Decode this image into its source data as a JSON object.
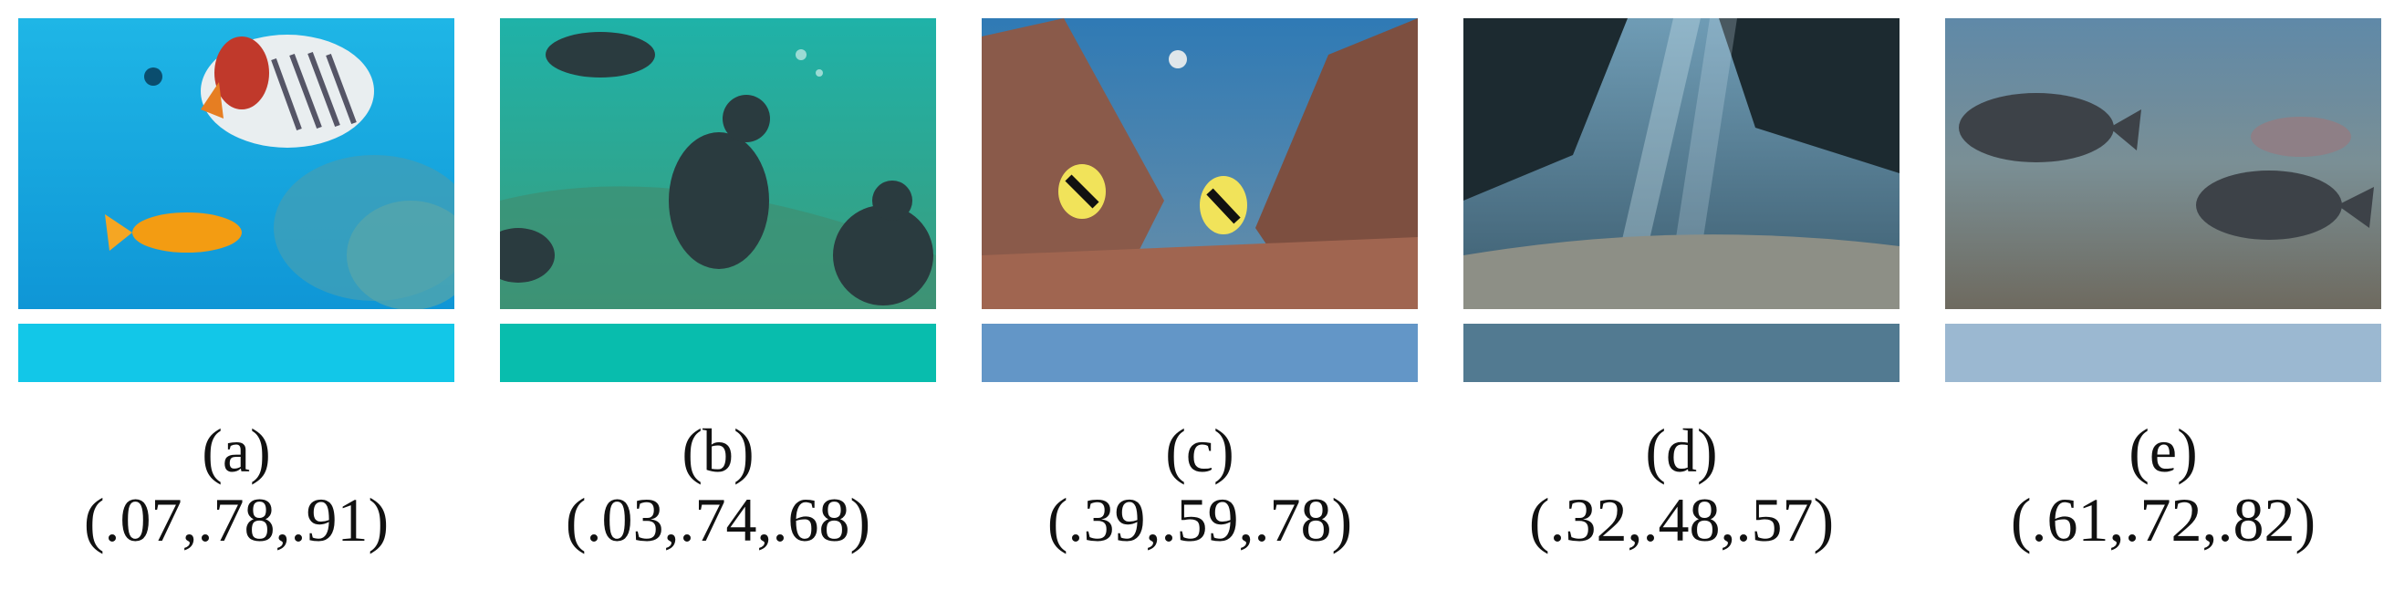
{
  "panels": [
    {
      "id": "a",
      "label": "(a)",
      "rgb": "(.07,.78,.91)",
      "swatch_color": "#12c7e8",
      "scene": "reef-fish"
    },
    {
      "id": "b",
      "label": "(b)",
      "rgb": "(.03,.74,.68)",
      "swatch_color": "#08bdad",
      "scene": "divers"
    },
    {
      "id": "c",
      "label": "(c)",
      "rgb": "(.39,.59,.78)",
      "swatch_color": "#6396c7",
      "scene": "wreck-with-bannerfish"
    },
    {
      "id": "d",
      "label": "(d)",
      "rgb": "(.32,.48,.57)",
      "swatch_color": "#527a91",
      "scene": "cave-light-rays"
    },
    {
      "id": "e",
      "label": "(e)",
      "rgb": "(.61,.72,.82)",
      "swatch_color": "#9bb8d1",
      "scene": "parrotfish"
    }
  ]
}
